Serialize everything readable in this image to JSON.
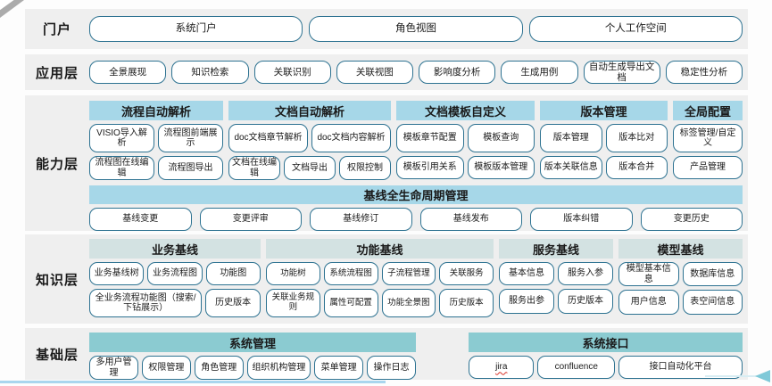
{
  "colors": {
    "band_bg": "#efefef",
    "node_border": "#2d7291",
    "capability_header_bg": "#a6d7e8",
    "knowledge_header_bg": "#d3e2e2",
    "foundation_header_bg": "#8bcbd1",
    "jira_underline": "#d93025",
    "bottom_line": "#a9d6ee",
    "cursor_arrow": "#7fc9d8"
  },
  "layers": {
    "portal": {
      "label": "门户",
      "items": [
        "系统门户",
        "角色视图",
        "个人工作空间"
      ]
    },
    "application": {
      "label": "应用层",
      "items": [
        "全景展现",
        "知识检索",
        "关联识别",
        "关联视图",
        "影响度分析",
        "生成用例",
        "自动生成导出文档",
        "稳定性分析"
      ]
    },
    "capability": {
      "label": "能力层",
      "groups": [
        {
          "title": "流程自动解析",
          "rows": [
            [
              "VISIO导入解析",
              "流程图前端展示"
            ],
            [
              "流程图在线编辑",
              "流程图导出"
            ]
          ]
        },
        {
          "title": "文档自动解析",
          "rows": [
            [
              "doc文档章节解析",
              "doc文档内容解析"
            ],
            [
              "文档在线编辑",
              "文档导出",
              "权限控制"
            ]
          ]
        },
        {
          "title": "文档模板自定义",
          "rows": [
            [
              "模板章节配置",
              "模板查询"
            ],
            [
              "模板引用关系",
              "模板版本管理"
            ]
          ]
        },
        {
          "title": "版本管理",
          "rows": [
            [
              "版本管理",
              "版本比对"
            ],
            [
              "版本关联信息",
              "版本合并"
            ]
          ]
        },
        {
          "title": "全局配置",
          "rows": [
            [
              "标签管理/自定义"
            ],
            [
              "产品管理"
            ]
          ]
        }
      ],
      "baseline": {
        "title": "基线全生命周期管理",
        "items": [
          "基线变更",
          "变更评审",
          "基线修订",
          "基线发布",
          "版本纠错",
          "变更历史"
        ]
      }
    },
    "knowledge": {
      "label": "知识层",
      "groups": [
        {
          "title": "业务基线",
          "rows": [
            [
              "业务基线树",
              "业务流程图",
              "功能图"
            ],
            [
              "全业务流程功能图（搜索/下钻展示）",
              "历史版本"
            ]
          ]
        },
        {
          "title": "功能基线",
          "rows": [
            [
              "功能树",
              "系统流程图",
              "子流程管理",
              "关联服务"
            ],
            [
              "关联业务规则",
              "属性可配置",
              "功能全景图",
              "历史版本"
            ]
          ]
        },
        {
          "title": "服务基线",
          "rows": [
            [
              "基本信息",
              "服务入参"
            ],
            [
              "服务出参",
              "历史版本"
            ]
          ]
        },
        {
          "title": "模型基线",
          "rows": [
            [
              "模型基本信息",
              "数据库信息"
            ],
            [
              "用户信息",
              "表空间信息"
            ]
          ]
        }
      ]
    },
    "foundation": {
      "label": "基础层",
      "groups": [
        {
          "title": "系统管理",
          "rows": [
            [
              "多用户管理",
              "权限管理",
              "角色管理",
              "组织机构管理",
              "菜单管理",
              "操作日志"
            ]
          ]
        },
        {
          "title": "系统接口",
          "rows": [
            [
              "jira",
              "confluence",
              "接口自动化平台"
            ]
          ]
        }
      ]
    }
  }
}
